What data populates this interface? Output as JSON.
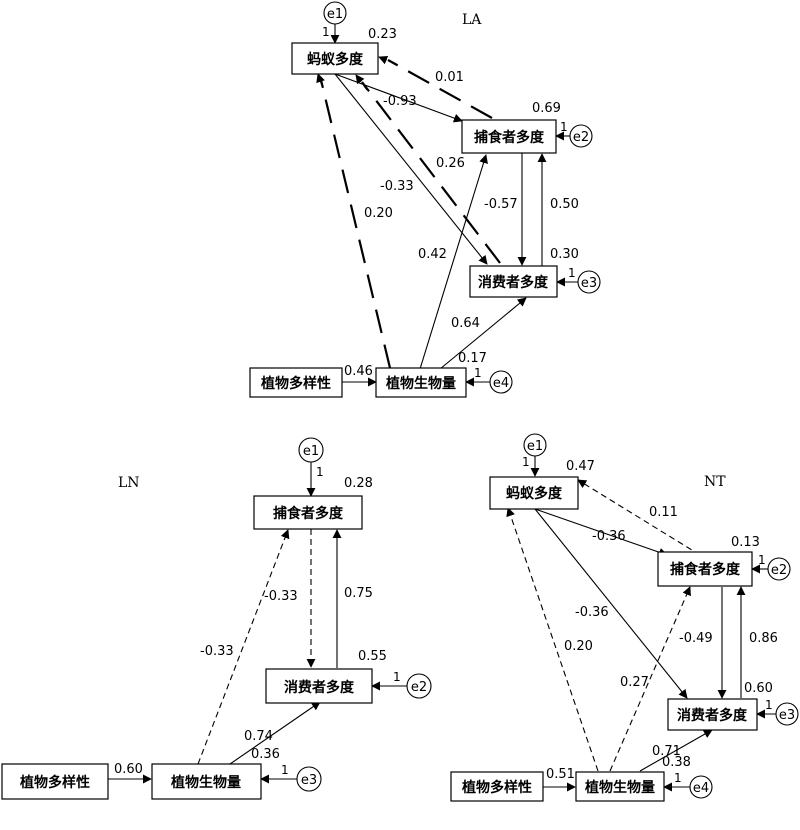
{
  "panels": {
    "la": {
      "title": "LA",
      "nodes": {
        "ant": "蚂蚁多度",
        "predator": "捕食者多度",
        "consumer": "消费者多度",
        "plant_div": "植物多样性",
        "plant_bio": "植物生物量"
      },
      "errors": {
        "e1": "e1",
        "e2": "e2",
        "e3": "e3",
        "e4": "e4"
      },
      "error_weight": "1",
      "r2": {
        "ant": "0.23",
        "predator": "0.69",
        "consumer": "0.30",
        "plant_bio": "0.17"
      },
      "paths": {
        "ant_predator_solid": "-0.93",
        "predator_ant_dashed": "0.01",
        "ant_consumer": "-0.33",
        "consumer_ant_dashed": "0.26",
        "predator_consumer": "-0.57",
        "consumer_predator": "0.50",
        "plantbio_predator": "0.42",
        "plantbio_consumer": "0.64",
        "plantbio_ant_dashed": "0.20",
        "plantdiv_plantbio": "0.46"
      }
    },
    "ln": {
      "title": "LN",
      "nodes": {
        "predator": "捕食者多度",
        "consumer": "消费者多度",
        "plant_div": "植物多样性",
        "plant_bio": "植物生物量"
      },
      "errors": {
        "e1": "e1",
        "e2": "e2",
        "e3": "e3"
      },
      "error_weight": "1",
      "r2": {
        "predator": "0.28",
        "consumer": "0.55",
        "plant_bio": "0.36"
      },
      "paths": {
        "predator_consumer_dashed": "-0.33",
        "consumer_predator": "0.75",
        "plantbio_predator_dashed": "-0.33",
        "plantbio_consumer": "0.74",
        "plantdiv_plantbio": "0.60"
      }
    },
    "nt": {
      "title": "NT",
      "nodes": {
        "ant": "蚂蚁多度",
        "predator": "捕食者多度",
        "consumer": "消费者多度",
        "plant_div": "植物多样性",
        "plant_bio": "植物生物量"
      },
      "errors": {
        "e1": "e1",
        "e2": "e2",
        "e3": "e3",
        "e4": "e4"
      },
      "error_weight": "1",
      "r2": {
        "ant": "0.47",
        "predator": "0.13",
        "consumer": "0.60",
        "plant_bio": "0.38"
      },
      "paths": {
        "ant_predator": "-0.36",
        "predator_ant_dashed": "0.11",
        "ant_consumer": "-0.36",
        "predator_consumer": "-0.49",
        "consumer_predator": "0.86",
        "plantbio_ant_dashed": "0.20",
        "plantbio_predator_dashed": "0.27",
        "plantbio_consumer": "0.71",
        "plantdiv_plantbio": "0.51"
      }
    }
  }
}
